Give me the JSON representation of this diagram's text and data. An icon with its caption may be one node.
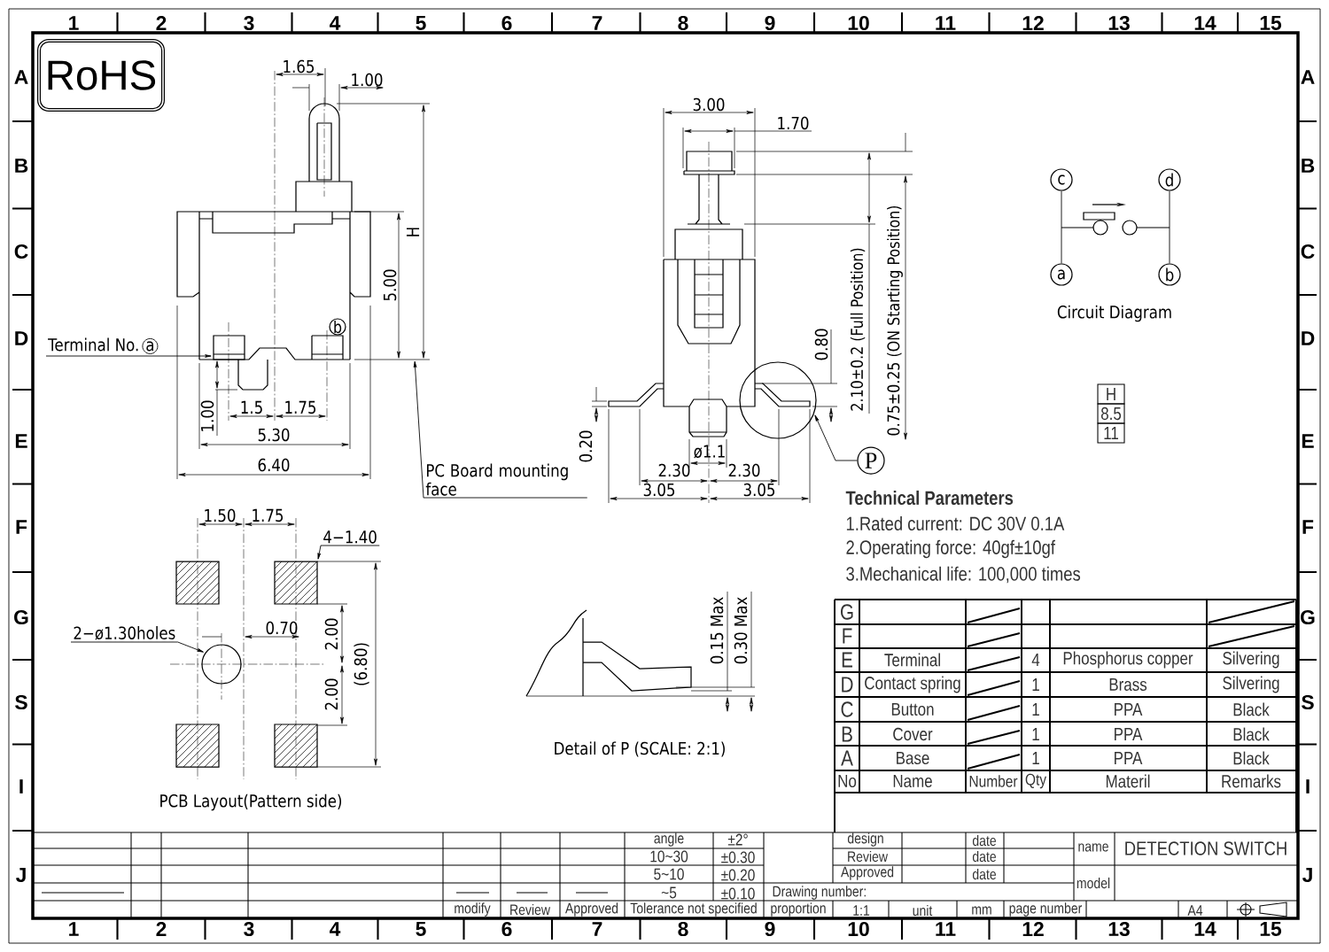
{
  "diagram": {
    "nodes": [
      {
        "text": [
          "RoHS"
        ]
      },
      {
        "text": [
          "Terminal No.",
          "a"
        ]
      },
      {
        "text": [],
        "shape": "box"
      },
      {
        "text": [
          "b"
        ]
      },
      {
        "text": [
          "PC Board mounting face"
        ]
      },
      {
        "text": [
          "c"
        ]
      },
      {
        "text": [
          "d"
        ]
      },
      {
        "text": [
          "a"
        ]
      },
      {
        "text": [
          "b"
        ]
      },
      {
        "text": [],
        "shape": "circle"
      },
      {
        "text": [
          "P"
        ]
      },
      {
        "text": [
          "4−1.40"
        ]
      },
      {
        "text": [
          "2−ø1.30holes"
        ]
      },
      {
        "text": [],
        "shape": "box"
      },
      {
        "text": [],
        "shape": "box"
      },
      {
        "text": [],
        "shape": "circle"
      },
      {
        "text": [],
        "shape": "box"
      },
      {
        "text": [],
        "shape": "box"
      }
    ],
    "edges": [
      {
        "from": 1,
        "to": 2,
        "arrow": "to"
      },
      {
        "from": 4,
        "to": null,
        "arrow": "to"
      },
      {
        "from": 5,
        "to": 7,
        "arrow": "none"
      },
      {
        "from": 6,
        "to": 8,
        "arrow": "none"
      },
      {
        "from": 10,
        "to": 9,
        "arrow": "to"
      },
      {
        "from": 11,
        "to": 14,
        "arrow": "to"
      },
      {
        "from": 12,
        "to": 15,
        "arrow": "to"
      }
    ],
    "labels": [
      "1",
      "2",
      "3",
      "4",
      "5",
      "6",
      "7",
      "8",
      "9",
      "10",
      "11",
      "12",
      "13",
      "14",
      "15",
      "A",
      "B",
      "C",
      "D",
      "E",
      "F",
      "G",
      "S",
      "I",
      "J",
      "A",
      "B",
      "C",
      "D",
      "E",
      "F",
      "G",
      "S",
      "I",
      "J",
      "1.65",
      "1.00",
      "H",
      "5.00",
      "3.00",
      "1.70",
      "Circuit Diagram",
      "2.10±0.2 (Full Position)",
      "0.75±0.25 (ON Starting Position)",
      "0.80",
      "H",
      "8.5",
      "11",
      "1.00",
      "1.5",
      "1.75",
      "5.30",
      "6.40",
      "0.20",
      "ø1.1",
      "2.30",
      "2.30",
      "3.05",
      "3.05",
      "Technical Parameters",
      "1.Rated current: DC 30V 0.1A",
      "2.Operating force: 40gf±10gf",
      "3.Mechanical life: 100,000 times",
      "1.50",
      "1.75",
      "0.70",
      "0.15 Max",
      "0.30 Max",
      "2.00",
      "2.00",
      "(6.80)",
      "Detail of P (SCALE: 2:1)",
      "PCB Layout(Pattern side)",
      "G",
      "F",
      "E",
      "Terminal",
      "4",
      "Phosphorus copper",
      "Silvering",
      "D",
      "Contact spring",
      "1",
      "Brass",
      "Silvering",
      "C",
      "Button",
      "1",
      "PPA",
      "Black",
      "B",
      "Cover",
      "1",
      "PPA",
      "Black",
      "A",
      "Base",
      "1",
      "PPA",
      "Black",
      "No",
      "Name",
      "Number",
      "Qty",
      "Materil",
      "Remarks",
      "angle",
      "±2°",
      "design",
      "date",
      "name",
      "DETECTION SWITCH",
      "10~30",
      "±0.30",
      "Review",
      "date",
      "5~10",
      "±0.20",
      "Approved",
      "date",
      "model",
      "~5",
      "±0.10",
      "Drawing number:",
      "modify",
      "Review",
      "Approved",
      "Tolerance not specified",
      "proportion",
      "1:1",
      "unit",
      "mm",
      "page number",
      "A4",
      "1",
      "2",
      "3",
      "4",
      "5",
      "6",
      "7",
      "8",
      "9",
      "10",
      "11",
      "12",
      "13",
      "14",
      "15"
    ]
  }
}
